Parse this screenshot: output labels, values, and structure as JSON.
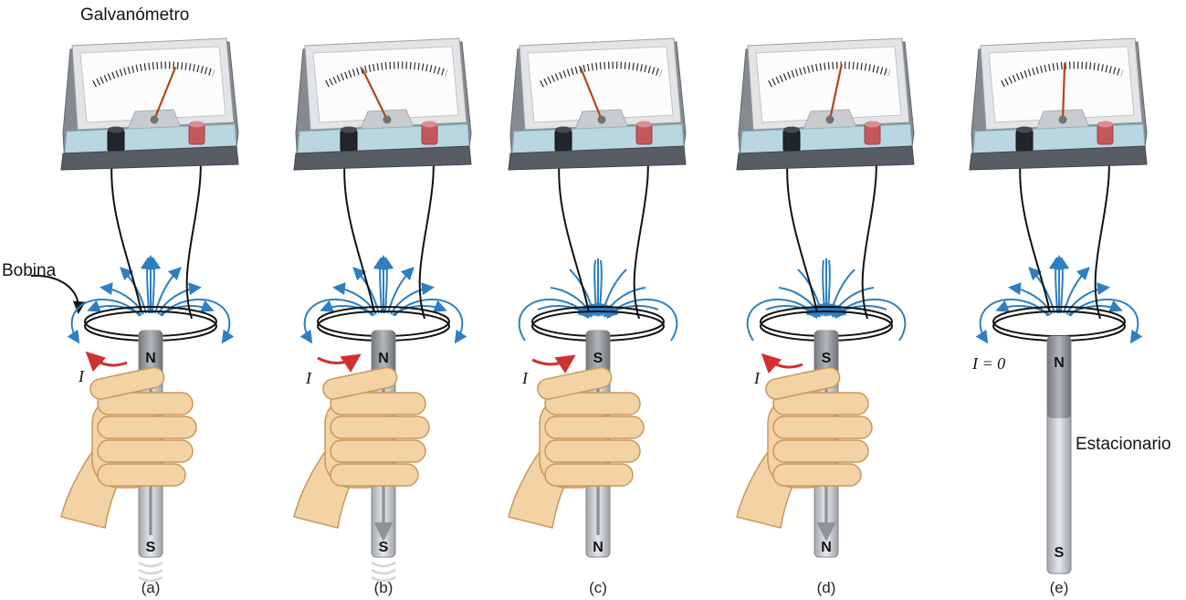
{
  "figure": {
    "description": "Faraday induction demonstration: galvanometer connected to a coil while a bar magnet moves through it",
    "background": "#ffffff"
  },
  "labels": {
    "galvanometer": "Galvanómetro",
    "coil": "Bobina",
    "stationary": "Estacionario"
  },
  "colors": {
    "field_lines": "#2d7fc1",
    "current_arrow": "#cf3030",
    "needle": "#b5451f",
    "terminal_black": "#22252a",
    "terminal_red": "#c4585b",
    "meter_panel_blue": "#b9d7e2",
    "magnet_gray": "#a3a7ac",
    "hand_skin": "#f3d2a4",
    "motion_arrow_gray": "#8f9398"
  },
  "panels": [
    {
      "id": "a",
      "label": "(a)",
      "top_pole": "N",
      "bottom_pole": "S",
      "current_label": "I",
      "magnet_motion": "up",
      "needle": "deflected-right",
      "field_direction": "outward",
      "hand": true
    },
    {
      "id": "b",
      "label": "(b)",
      "top_pole": "N",
      "bottom_pole": "S",
      "current_label": "I",
      "magnet_motion": "down",
      "needle": "deflected-left",
      "field_direction": "outward",
      "hand": true
    },
    {
      "id": "c",
      "label": "(c)",
      "top_pole": "S",
      "bottom_pole": "N",
      "current_label": "I",
      "magnet_motion": "up",
      "needle": "deflected-left",
      "field_direction": "inward",
      "hand": true
    },
    {
      "id": "d",
      "label": "(d)",
      "top_pole": "S",
      "bottom_pole": "N",
      "current_label": "I",
      "magnet_motion": "down",
      "needle": "deflected-right",
      "field_direction": "inward",
      "hand": true
    },
    {
      "id": "e",
      "label": "(e)",
      "top_pole": "N",
      "bottom_pole": "S",
      "current_label": "I = 0",
      "magnet_motion": "none",
      "needle": "center",
      "field_direction": "outward",
      "hand": false
    }
  ]
}
